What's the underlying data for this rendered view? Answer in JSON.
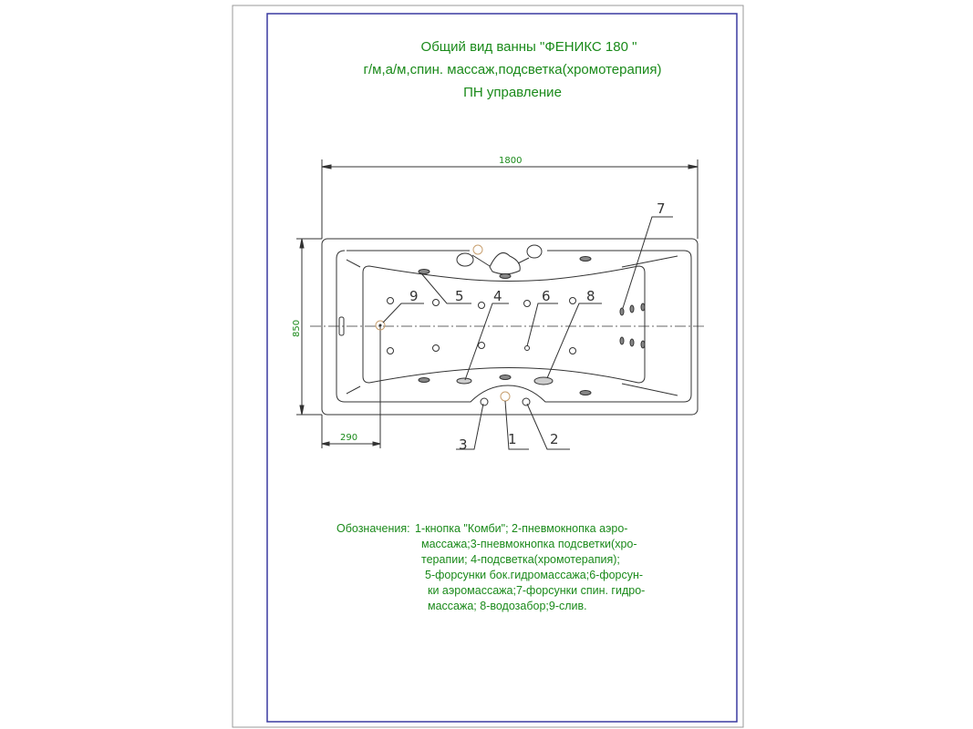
{
  "title": {
    "line1": "Общий вид ванны \"ФЕНИКС 180 \"",
    "line2": "г/м,а/м,спин. массаж,подсветка(хромотерапия)",
    "line3": "ПН управление"
  },
  "dimensions": {
    "length": "1800",
    "width": "850",
    "drain_offset": "290"
  },
  "callouts": [
    "1",
    "2",
    "3",
    "4",
    "5",
    "6",
    "7",
    "8",
    "9"
  ],
  "legend": {
    "label": "Обозначения:",
    "lines": [
      "1-кнопка \"Комби\"; 2-пневмокнопка аэро-",
      "массажа;3-пневмокнопка подсветки(хро-",
      "терапии; 4-подсветка(хромотерапия);",
      "5-форсунки бок.гидромассажа;6-форсун-",
      "ки аэромассажа;7-форсунки спин. гидро-",
      "массажа; 8-водозабор;9-слив."
    ]
  },
  "colors": {
    "text": "#1a8a1a",
    "frame": "#3a3aa0",
    "line": "#333333",
    "accent": "#c8a070"
  }
}
